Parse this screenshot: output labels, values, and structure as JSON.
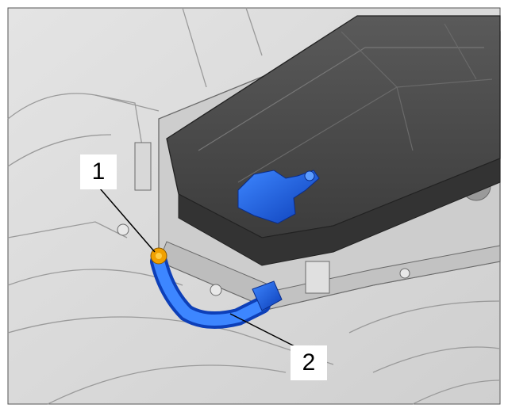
{
  "callouts": {
    "one": {
      "label": "1",
      "refers_to": "ground-bolt"
    },
    "two": {
      "label": "2",
      "refers_to": "ground-strap"
    }
  },
  "colors": {
    "background": "#ffffff",
    "frame": "#555555",
    "body_panel": "#d6d6d6",
    "battery_case": "#4a4a4a",
    "tray": "#c8c8c8",
    "highlight_part": "#1f5fe0",
    "bolt": "#f0a000"
  }
}
